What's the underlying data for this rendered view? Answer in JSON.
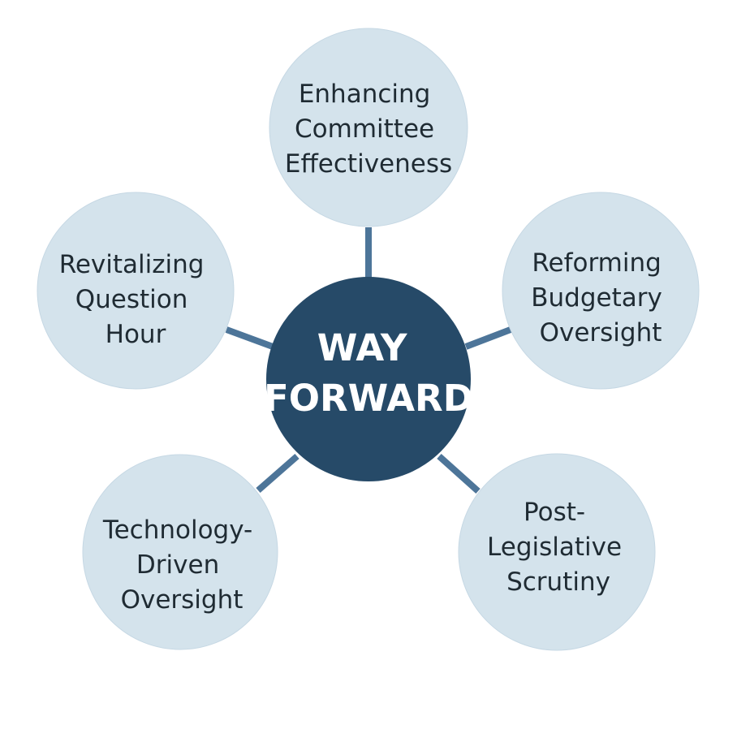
{
  "center": {
    "line1": "WAY",
    "line2": "FORWARD"
  },
  "nodes": {
    "top": {
      "lines": [
        "Enhancing",
        "Committee",
        "Effectiveness"
      ]
    },
    "left": {
      "lines": [
        "Revitalizing",
        "Question",
        "Hour"
      ]
    },
    "right": {
      "lines": [
        "Reforming",
        "Budgetary",
        "Oversight"
      ]
    },
    "bottom_left": {
      "lines": [
        "Technology-",
        "Driven",
        "Oversight"
      ]
    },
    "bottom_right": {
      "lines": [
        "Post-",
        "Legislative",
        "Scrutiny"
      ]
    }
  },
  "colors": {
    "center_fill": "#264a68",
    "outer_fill": "#d4e3ec",
    "connector": "#4d7599",
    "text": "#1f2b33",
    "center_text": "#ffffff"
  }
}
